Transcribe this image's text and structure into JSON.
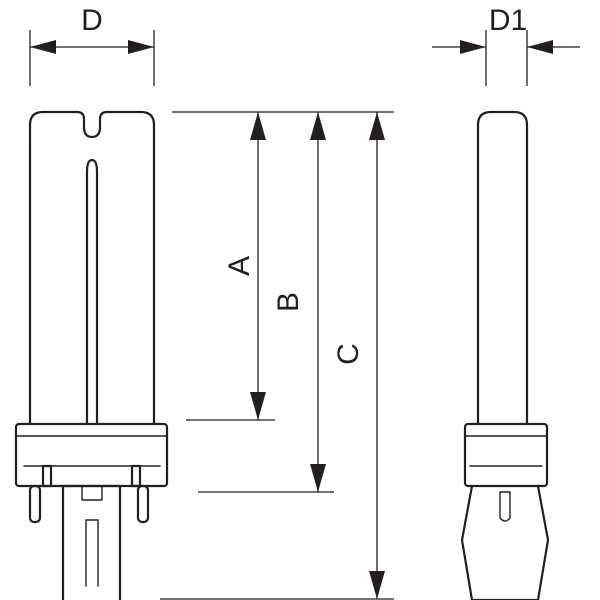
{
  "labels": {
    "width_main": "D",
    "width_side": "D1",
    "length_a": "A",
    "length_b": "B",
    "length_c": "C"
  }
}
